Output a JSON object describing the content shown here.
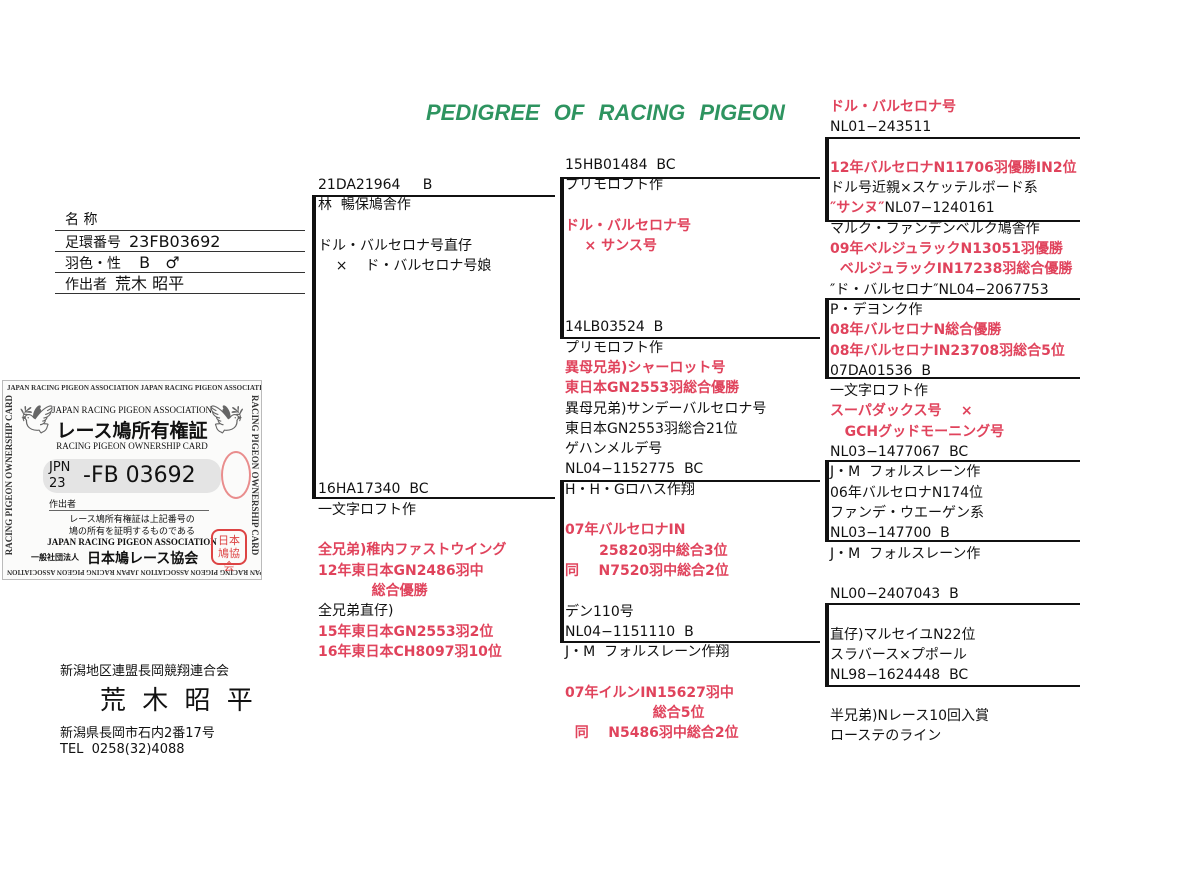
{
  "title": "PEDIGREE OF RACING PIGEON",
  "info": {
    "name_label": "名 称",
    "ring_label": "足環番号",
    "ring_value": "23FB03692",
    "color_sex_label": "羽色・性",
    "color_sex_value": "  B   ♂",
    "breeder_label": "作出者",
    "breeder_value": "荒木 昭平"
  },
  "card": {
    "edge_text": "JAPAN RACING PIGEON ASSOCIATION JAPAN RACING PIGEON ASSOCIATION",
    "side_text": "RACING PIGEON OWNERSHIP CARD",
    "assoc_en": "JAPAN RACING PIGEON ASSOCIATION",
    "title_jp": "レース鳩所有権証",
    "subtitle_en": "RACING PIGEON OWNERSHIP CARD",
    "country": "JPN",
    "year": "23",
    "number": "-FB 03692",
    "breeder_label": "作出者",
    "note_1": "レース鳩所有権証は上記番号の",
    "note_2": "鳩の所有を証明するものである",
    "footer_en": "JAPAN RACING PIGEON ASSOCIATION",
    "footer_prefix": "一般社団法人",
    "footer_jp": "日本鳩レース協会",
    "stamp_text": "日本鳩協会"
  },
  "owner": {
    "club": "新潟地区連盟長岡競翔連合会",
    "name": "荒 木 昭 平",
    "address": "新潟県長岡市石内2番17号",
    "tel": "TEL  0258(32)4088"
  },
  "colors": {
    "red": "#e0435c",
    "title_green": "#2e9460"
  },
  "gen1": [
    {
      "t": "21DA21964     B"
    },
    {
      "t": "林  暢保鳩舎作"
    },
    {
      "t": ""
    },
    {
      "t": "ドル・バルセロナ号直仔"
    },
    {
      "t": "    ×    ド・バルセロナ号娘"
    },
    {
      "t": ""
    },
    {
      "t": ""
    },
    {
      "t": ""
    },
    {
      "t": ""
    },
    {
      "t": ""
    },
    {
      "t": ""
    },
    {
      "t": ""
    },
    {
      "t": ""
    },
    {
      "t": ""
    },
    {
      "t": ""
    },
    {
      "t": "16HA17340  BC"
    },
    {
      "t": "一文字ロフト作"
    },
    {
      "t": ""
    },
    {
      "t": "全兄弟)稚内ファストウイング",
      "red": true
    },
    {
      "t": "12年東日本GN2486羽中",
      "red": true
    },
    {
      "t": "           総合優勝",
      "red": true
    },
    {
      "t": "全兄弟直仔)"
    },
    {
      "t": "15年東日本GN2553羽2位",
      "red": true
    },
    {
      "t": "16年東日本CH8097羽10位",
      "red": true
    }
  ],
  "gen2": [
    {
      "t": "15HB01484  BC"
    },
    {
      "t": "プリモロフト作"
    },
    {
      "t": ""
    },
    {
      "t": "ドル・バルセロナ号",
      "red": true
    },
    {
      "t": "    × サンス号",
      "red": true
    },
    {
      "t": ""
    },
    {
      "t": ""
    },
    {
      "t": ""
    },
    {
      "t": "14LB03524  B"
    },
    {
      "t": "プリモロフト作"
    },
    {
      "t": "異母兄弟)シャーロット号",
      "red": true
    },
    {
      "t": "東日本GN2553羽総合優勝",
      "red": true
    },
    {
      "t": "異母兄弟)サンデーバルセロナ号"
    },
    {
      "t": "東日本GN2553羽総合21位"
    },
    {
      "t": "ゲハンメルデ号"
    },
    {
      "t": "NL04−1152775  BC"
    },
    {
      "t": "H・H・Gロハス作翔"
    },
    {
      "t": ""
    },
    {
      "t": "07年バルセロナIN",
      "red": true
    },
    {
      "t": "       25820羽中総合3位",
      "red": true
    },
    {
      "t": "同    N7520羽中総合2位",
      "red": true
    },
    {
      "t": ""
    },
    {
      "t": "デン110号"
    },
    {
      "t": "NL04−1151110  B"
    },
    {
      "t": "J・M  フォルスレーン作翔"
    },
    {
      "t": ""
    },
    {
      "t": "07年イルンIN15627羽中",
      "red": true
    },
    {
      "t": "                  総合5位",
      "red": true
    },
    {
      "t": "  同    N5486羽中総合2位",
      "red": true
    }
  ],
  "gen3": [
    {
      "t": "ドル・バルセロナ号",
      "red": true
    },
    {
      "t": "NL01−243511"
    },
    {
      "t": ""
    },
    {
      "t": "12年バルセロナN11706羽優勝IN2位",
      "red": true
    },
    {
      "t": "ドル号近親×スケッテルボード系"
    },
    {
      "segs": [
        {
          "t": "″サンヌ″",
          "red": true
        },
        {
          "t": "NL07−1240161"
        }
      ]
    },
    {
      "t": "マルク・ファンデンベルク鳩舎作"
    },
    {
      "t": "09年ベルジュラックN13051羽優勝",
      "red": true
    },
    {
      "t": "  ベルジュラックIN17238羽総合優勝",
      "red": true
    },
    {
      "t": "″ド・バルセロナ″NL04−2067753"
    },
    {
      "t": "P・デヨンク作"
    },
    {
      "t": "08年バルセロナN総合優勝",
      "red": true
    },
    {
      "t": "08年バルセロナIN23708羽総合5位",
      "red": true
    },
    {
      "t": "07DA01536  B"
    },
    {
      "t": "一文字ロフト作"
    },
    {
      "t": "スーパダックス号    ×",
      "red": true
    },
    {
      "t": "   GCHグッドモーニング号",
      "red": true
    },
    {
      "t": "NL03−1477067  BC"
    },
    {
      "t": "J・M  フォルスレーン作"
    },
    {
      "t": "06年バルセロナN174位"
    },
    {
      "t": "ファンデ・ウエーゲン系"
    },
    {
      "t": "NL03−147700  B"
    },
    {
      "t": "J・M  フォルスレーン作"
    },
    {
      "t": ""
    },
    {
      "t": "NL00−2407043  B"
    },
    {
      "t": ""
    },
    {
      "t": "直仔)マルセイユN22位"
    },
    {
      "t": "スラバース×プポール"
    },
    {
      "t": "NL98−1624448  BC"
    },
    {
      "t": ""
    },
    {
      "t": "半兄弟)Nレース10回入賞"
    },
    {
      "t": "ローステのライン"
    }
  ]
}
